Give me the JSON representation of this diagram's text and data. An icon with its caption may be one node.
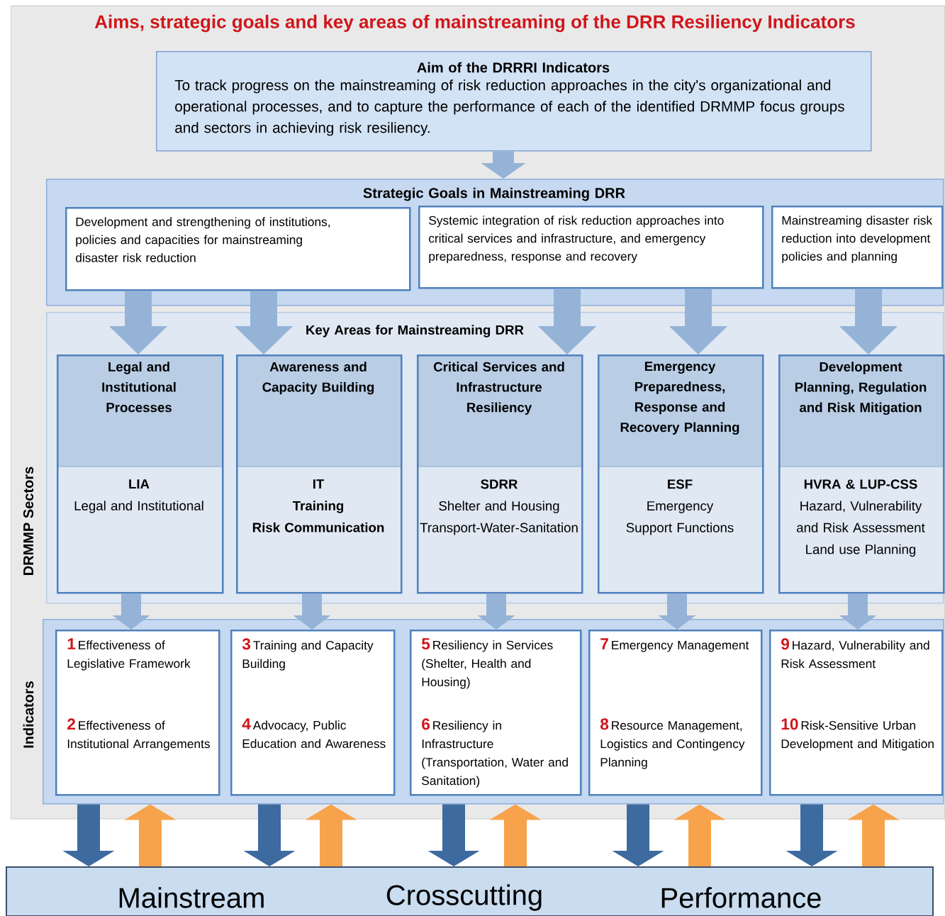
{
  "diagram": {
    "title": "Aims, strategic goals and key areas of mainstreaming of the DRR Resiliency Indicators",
    "nodes": [
      {
        "text": [
          "Aim of the DRRRI Indicators",
          "To track progress on the mainstreaming of risk reduction approaches in the city's organizational and operational processes, and to capture the performance of each of the identified DRMMP focus groups and sectors in achieving risk resiliency."
        ]
      },
      {
        "text": [
          "Strategic Goals in Mainstreaming DRR"
        ]
      },
      {
        "text": [
          "Development and strengthening of institutions, policies and capacities for mainstreaming disaster risk reduction"
        ],
        "in": 1
      },
      {
        "text": [
          "Systemic integration of risk reduction approaches into critical services and infrastructure, and emergency preparedness, response and recovery"
        ],
        "in": 1
      },
      {
        "text": [
          "Mainstreaming disaster risk reduction into development policies and planning"
        ],
        "in": 1
      },
      {
        "text": [
          "Key Areas for Mainstreaming DRR"
        ],
        "beside": [
          "DRMMP Sectors"
        ]
      },
      {
        "text": [
          "Legal and Institutional Processes",
          "LIA",
          "Legal and Institutional"
        ],
        "in": 5
      },
      {
        "text": [
          "Awareness and Capacity Building",
          "IT",
          "Training",
          "Risk Communication"
        ],
        "in": 5
      },
      {
        "text": [
          "Critical Services and Infrastructure Resiliency",
          "SDRR",
          "Shelter and Housing",
          "Transport-Water-Sanitation"
        ],
        "in": 5
      },
      {
        "text": [
          "Emergency Preparedness, Response and Recovery Planning",
          "ESF",
          "Emergency Support Functions"
        ],
        "in": 5
      },
      {
        "text": [
          "Development Planning, Regulation and Risk Mitigation",
          "HVRA & LUP-CSS",
          "Hazard, Vulnerability and Risk Assessment",
          "Land use Planning"
        ],
        "in": 5
      },
      {
        "text": [],
        "shape": "box",
        "beside": [
          "Indicators"
        ]
      },
      {
        "text": [
          "1",
          "Effectiveness of Legislative Framework",
          "2",
          "Effectiveness of Institutional Arrangements"
        ],
        "in": 11
      },
      {
        "text": [
          "3",
          "Training and Capacity Building",
          "4",
          "Advocacy, Public Education and Awareness"
        ],
        "in": 11
      },
      {
        "text": [
          "5",
          "Resiliency in Services (Shelter, Health and Housing)",
          "6",
          "Resiliency in Infrastructure (Transportation, Water and Sanitation)"
        ],
        "in": 11
      },
      {
        "text": [
          "7",
          "Emergency Management",
          "8",
          "Resource Management, Logistics and Contingency Planning"
        ],
        "in": 11
      },
      {
        "text": [
          "9",
          "Hazard, Vulnerability and Risk Assessment",
          "10",
          "Risk-Sensitive Urban Development and Mitigation"
        ],
        "in": 11
      },
      {
        "text": [
          "Mainstream",
          "Crosscutting",
          "Performance"
        ]
      }
    ],
    "edges": [
      {
        "from": 0,
        "to": 1,
        "arrow": "to"
      },
      {
        "from": 2,
        "to": 6,
        "arrow": "to"
      },
      {
        "from": 2,
        "to": 7,
        "arrow": "to"
      },
      {
        "from": 3,
        "to": 8,
        "arrow": "to"
      },
      {
        "from": 3,
        "to": 9,
        "arrow": "to"
      },
      {
        "from": 4,
        "to": 10,
        "arrow": "to"
      },
      {
        "from": 6,
        "to": 12,
        "arrow": "to"
      },
      {
        "from": 7,
        "to": 13,
        "arrow": "to"
      },
      {
        "from": 8,
        "to": 14,
        "arrow": "to"
      },
      {
        "from": 9,
        "to": 15,
        "arrow": "to"
      },
      {
        "from": 10,
        "to": 16,
        "arrow": "to"
      },
      {
        "from": 11,
        "to": 17,
        "arrow": "to",
        "color": "#3d6a9f"
      },
      {
        "from": 17,
        "to": 11,
        "arrow": "to",
        "color": "#f7a34c"
      },
      {
        "from": 11,
        "to": 17,
        "arrow": "to",
        "color": "#3d6a9f"
      },
      {
        "from": 17,
        "to": 11,
        "arrow": "to",
        "color": "#f7a34c"
      },
      {
        "from": 11,
        "to": 17,
        "arrow": "to",
        "color": "#3d6a9f"
      },
      {
        "from": 17,
        "to": 11,
        "arrow": "to",
        "color": "#f7a34c"
      },
      {
        "from": 11,
        "to": 17,
        "arrow": "to",
        "color": "#3d6a9f"
      },
      {
        "from": 17,
        "to": 11,
        "arrow": "to",
        "color": "#f7a34c"
      },
      {
        "from": 11,
        "to": 17,
        "arrow": "to",
        "color": "#3d6a9f"
      },
      {
        "from": 17,
        "to": 11,
        "arrow": "to",
        "color": "#f7a34c"
      }
    ]
  }
}
